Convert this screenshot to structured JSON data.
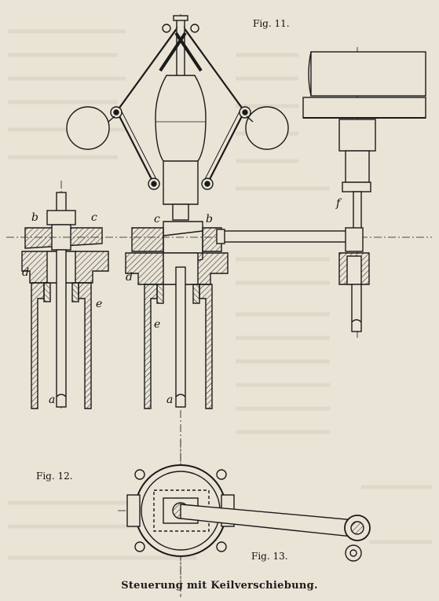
{
  "figures": {
    "fig11": "Fig. 11.",
    "fig12": "Fig. 12.",
    "fig13": "Fig. 13."
  },
  "part_labels": {
    "b_left": "b",
    "c_left": "c",
    "d_left": "d",
    "e_left": "e",
    "a_left": "a",
    "c_mid": "c",
    "b_mid": "b",
    "d_mid": "d",
    "e_mid": "e",
    "a_mid": "a",
    "f_right": "f"
  },
  "caption": "Steuerung mit Keilverschiebung.",
  "colors": {
    "paper": "#e9e4d6",
    "ink": "#1a1a1a",
    "hatch": "#2a2a2a"
  }
}
